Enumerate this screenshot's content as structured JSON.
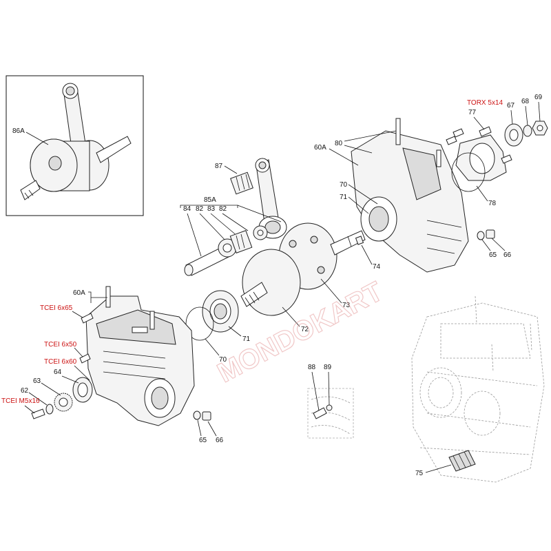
{
  "watermark": "MONDOKART",
  "labels": {
    "l86A": "86A",
    "l87": "87",
    "l85A": "85A",
    "l84": "84",
    "l82a": "82",
    "l83": "83",
    "l82b": "82",
    "l80": "80",
    "l60A_top": "60A",
    "l70_top": "70",
    "l71_top": "71",
    "l74": "74",
    "l73": "73",
    "l72": "72",
    "l71_bot": "71",
    "l70_bot": "70",
    "l60A_bot": "60A",
    "l77": "77",
    "l67": "67",
    "l68": "68",
    "l69": "69",
    "l78": "78",
    "l65_top": "65",
    "l66_top": "66",
    "l64": "64",
    "l63": "63",
    "l62": "62",
    "l65_bot": "65",
    "l66_bot": "66",
    "l88": "88",
    "l89": "89",
    "l75": "75"
  },
  "fasteners": {
    "torx_5x14": "TORX 5x14",
    "tcei_6x65": "TCEI 6x65",
    "tcei_6x50": "TCEI 6x50",
    "tcei_6x60": "TCEI 6x60",
    "tcei_m5x16": "TCEI M5x16"
  },
  "colors": {
    "callout_red": "#cc1111",
    "watermark": "#e59a9a"
  }
}
